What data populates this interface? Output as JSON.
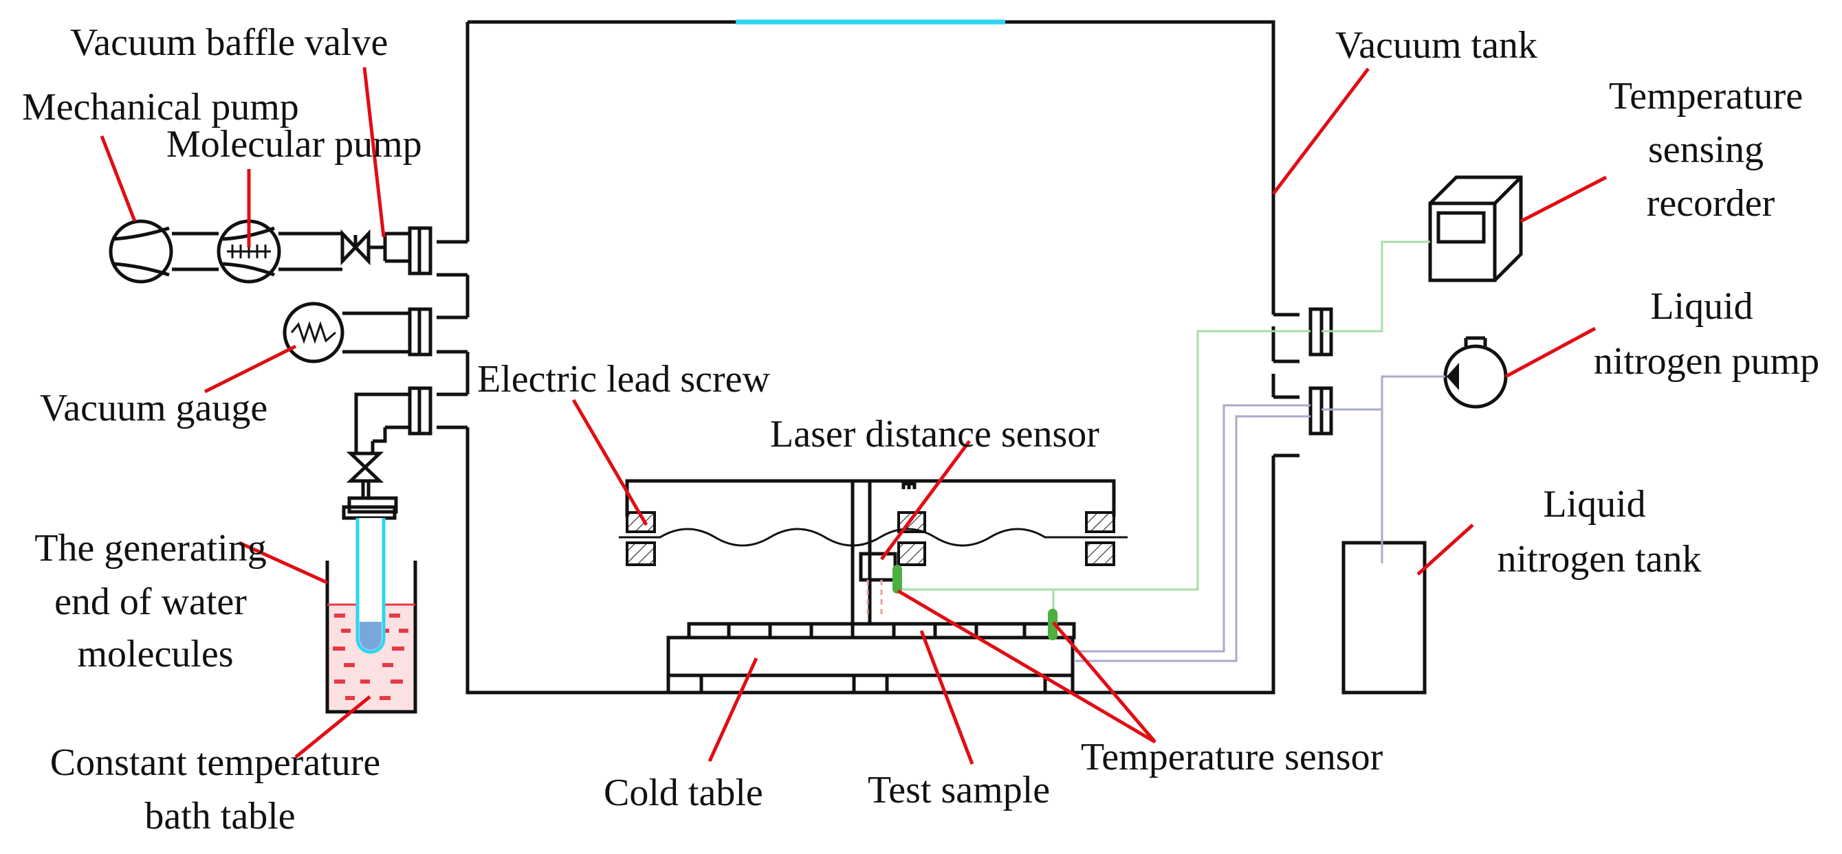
{
  "labels": {
    "vacuum_baffle_valve": "Vacuum baffle valve",
    "mechanical_pump": "Mechanical pump",
    "molecular_pump": "Molecular pump",
    "vacuum_gauge": "Vacuum gauge",
    "electric_lead_screw": "Electric lead screw",
    "laser_distance_sensor": "Laser distance sensor",
    "vacuum_tank": "Vacuum tank",
    "temperature_sensing_recorder": [
      "Temperature",
      "sensing",
      "recorder"
    ],
    "liquid_nitrogen_pump": [
      "Liquid",
      "nitrogen pump"
    ],
    "liquid_nitrogen_tank": [
      "Liquid",
      "nitrogen tank"
    ],
    "water_molecule_end": [
      "The generating",
      "end of water",
      "molecules"
    ],
    "bath_table": [
      "Constant temperature",
      "bath table"
    ],
    "cold_table": "Cold table",
    "test_sample": "Test sample",
    "temperature_sensor": "Temperature sensor"
  },
  "colors": {
    "line": "#111111",
    "leader": "#e10d14",
    "window": "#2fd5f0",
    "recorder_wire": "#a8dca8",
    "nitrogen_pipe": "#a9aacd",
    "sensor": "#4caf3f",
    "water": "#7aa7d9",
    "bath_dash": "#e63946",
    "bath_fill": "#fbe1e1"
  }
}
